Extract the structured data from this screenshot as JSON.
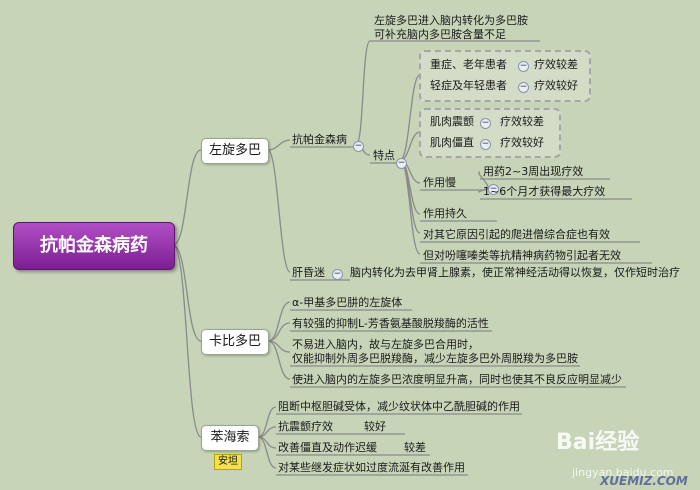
{
  "root": "抗帕金森病药",
  "levodopa": {
    "title": "左旋多巴",
    "indication": "抗帕金森病",
    "mechanism_1": "左旋多巴进入脑内转化为多巴胺",
    "mechanism_2": "可补充脑内多巴胺含量不足",
    "features_label": "特点",
    "patients": [
      {
        "group": "重症、老年患者",
        "effect": "疗效较差"
      },
      {
        "group": "轻症及年轻患者",
        "effect": "疗效较好"
      }
    ],
    "symptoms": [
      {
        "symptom": "肌肉震颤",
        "effect": "疗效较差"
      },
      {
        "symptom": "肌肉僵直",
        "effect": "疗效较好"
      }
    ],
    "slow_label": "作用慢",
    "slow_1": "用药2~3周出现疗效",
    "slow_2": "1~6个月才获得最大疗效",
    "lasting": "作用持久",
    "other_causes": "对其它原因引起的爬进僧综合症也有效",
    "antipsychotic": "但对吩噻嗪类等抗精神病药物引起者无效",
    "hepatic_coma_label": "肝昏迷",
    "hepatic_coma_text": "脑内转化为去甲肾上腺素，使正常神经活动得以恢复，仅作短时治疗"
  },
  "carbidopa": {
    "title": "卡比多巴",
    "items": [
      "α-甲基多巴肼的左旋体",
      "有较强的抑制L-芳香氨基酸脱羧酶的活性",
      "不易进入脑内，故与左旋多巴合用时，",
      "仅能抑制外周多巴脱羧酶，减少左旋多巴外周脱羧为多巴胺",
      "使进入脑内的左旋多巴浓度明显升高，同时也使其不良反应明显减少"
    ]
  },
  "benzhexol": {
    "title": "苯海索",
    "tag": "安坦",
    "item_1": "阻断中枢胆碱受体，减少纹状体中乙酰胆碱的作用",
    "item_2": "抗震颤疗效",
    "item_2_value": "较好",
    "item_3": "改善僵直及动作迟缓",
    "item_3_value": "较差",
    "item_4": "对某些继发症状如过度流涎有改善作用"
  },
  "watermark": {
    "brand": "Bai经验",
    "url": "jingyan.baidu.com",
    "site": "XUEMIZ.COM"
  }
}
